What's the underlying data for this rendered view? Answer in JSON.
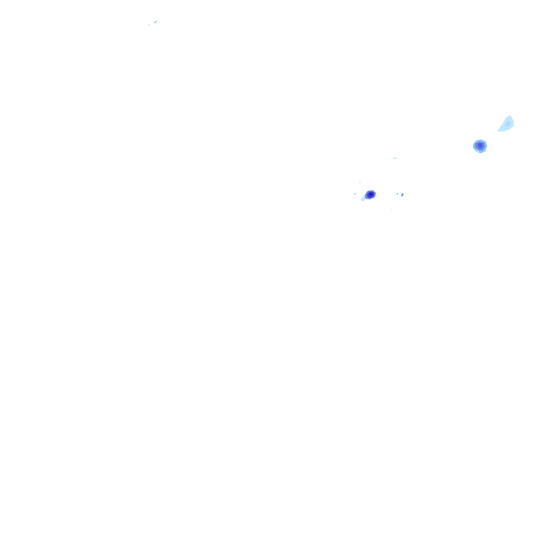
{
  "map": {
    "type": "radar-precipitation-overlay",
    "background_color": "#ffffff",
    "intensity_colors": {
      "very_light": "#bfe6ff",
      "light": "#8cc8f5",
      "moderate": "#6b86ee",
      "heavy": "#3a3ad6",
      "very_heavy": "#1f1fb5"
    },
    "echoes": [
      {
        "id": "echo-far-northwest",
        "intensity": "very_light"
      },
      {
        "id": "echo-northeast-edge",
        "intensity": "very_light"
      },
      {
        "id": "echo-east-cell",
        "intensity": "moderate"
      },
      {
        "id": "echo-central-cell",
        "intensity": "heavy"
      },
      {
        "id": "echo-scattered-specks",
        "intensity": "light"
      }
    ]
  }
}
